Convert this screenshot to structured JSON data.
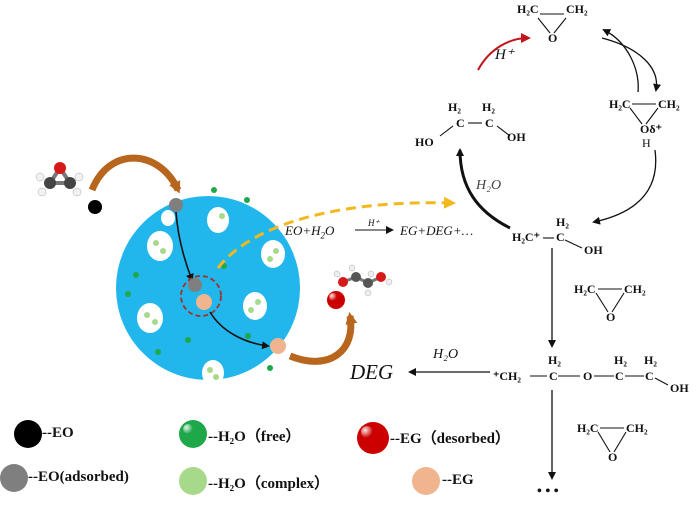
{
  "reaction": {
    "equation": "EO + H2O  ⟶  EG + DEG + …",
    "eq_left": "EO+H",
    "eq_sub": "2",
    "eq_o": "O",
    "eq_catalyst": "H⁺",
    "eq_right": "EG+DEG+…"
  },
  "cycle": {
    "h_plus": "H⁺",
    "h2o_label": "H₂O",
    "deg_label": "DEG",
    "deg_h2o": "H₂O",
    "ellipsis": "• • •"
  },
  "structures": {
    "epoxide_top": {
      "c1": "H₂C",
      "c2": "CH₂",
      "o": "O"
    },
    "protonated_epoxide": {
      "c1": "H₂C",
      "c2": "CH₂",
      "o": "Oδ⁺",
      "h": "H"
    },
    "ethylene_glycol": {
      "h1": "H₂",
      "h2": "H₂",
      "c1": "C",
      "c2": "C",
      "ho": "HO",
      "oh": "OH"
    },
    "carbocation": {
      "c1": "H₂C⁺",
      "h": "H₂",
      "c2": "C",
      "oh": "OH"
    },
    "epoxide_mid": {
      "c1": "H₂C",
      "c2": "CH₂",
      "o": "O"
    },
    "chain": {
      "start": "⁺CH₂",
      "h1": "H₂",
      "c1": "C",
      "o": "O",
      "h2": "H₂",
      "c2": "C",
      "h3": "H₂",
      "c3": "C",
      "oh": "OH"
    },
    "epoxide_bottom": {
      "c1": "H₂C",
      "c2": "CH₂",
      "o": "O"
    }
  },
  "legend": [
    {
      "key": "eo",
      "label": "--EO",
      "color": "#000000"
    },
    {
      "key": "h2o-free",
      "label": "--H₂O（free）",
      "color": "#1fa84a"
    },
    {
      "key": "eg-desorbed",
      "label": "--EG（desorbed）",
      "color": "#cc0000"
    },
    {
      "key": "eo-adsorbed",
      "label": "--EO(adsorbed)",
      "color": "#7f7f7f"
    },
    {
      "key": "h2o-complex",
      "label": "--H₂O（complex）",
      "color": "#a6d98a"
    },
    {
      "key": "eg",
      "label": "--EG",
      "color": "#f0b58e"
    }
  ],
  "colors": {
    "particle": "#22b7ec",
    "arrow_brown": "#b8651d",
    "arrow_yellow": "#f2b81d",
    "arrow_red": "#c0141a",
    "dashed_circle": "#a0322a"
  }
}
